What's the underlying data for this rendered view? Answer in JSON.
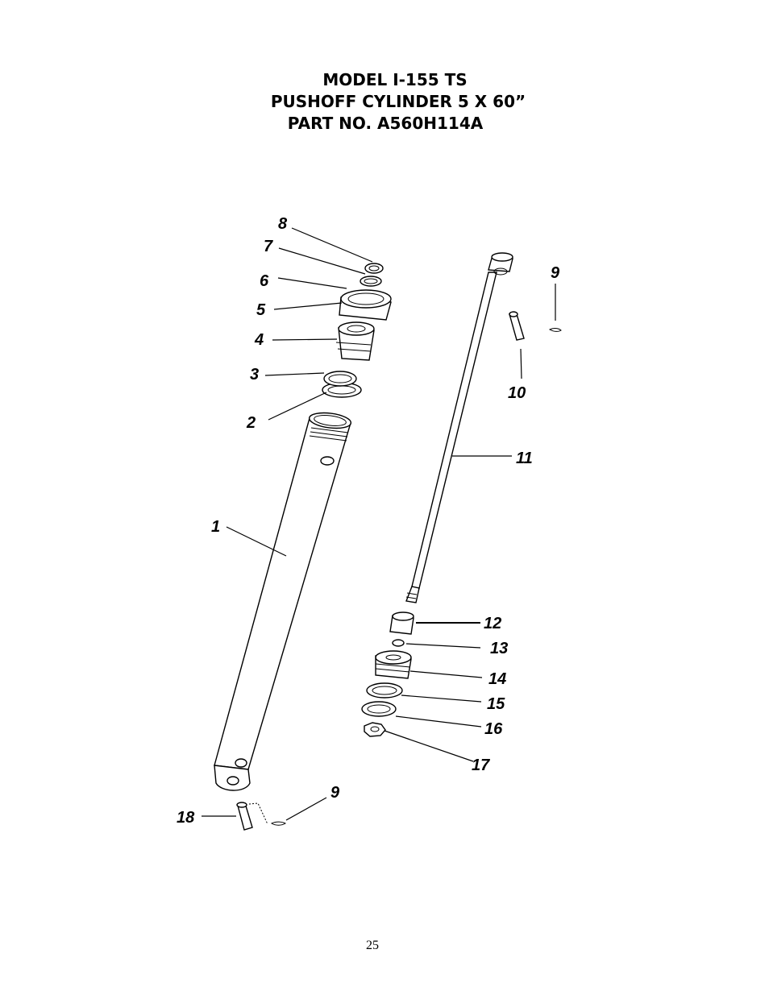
{
  "header": {
    "line1": "MODEL I-155 TS",
    "line2": "PUSHOFF CYLINDER 5 X 60”",
    "line3": "PART NO. A560H114A"
  },
  "callouts": {
    "c1": "1",
    "c2": "2",
    "c3": "3",
    "c4": "4",
    "c5": "5",
    "c6": "6",
    "c7": "7",
    "c8": "8",
    "c9a": "9",
    "c9b": "9",
    "c10": "10",
    "c11": "11",
    "c12": "12",
    "c13": "13",
    "c14": "14",
    "c15": "15",
    "c16": "16",
    "c17": "17",
    "c18": "18"
  },
  "footer": {
    "page_number": "25"
  }
}
